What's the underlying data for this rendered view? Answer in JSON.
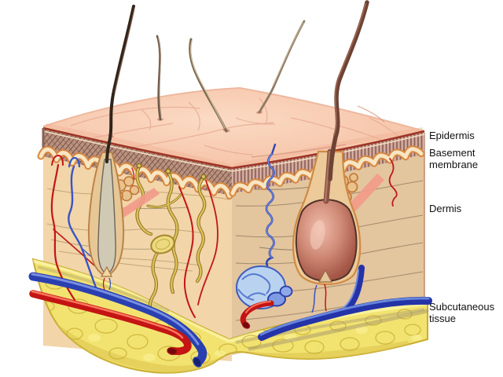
{
  "figure": {
    "title": "Skin cross-section anatomical illustration",
    "labels": {
      "epidermis": "Epidermis",
      "basement_membrane": "Basement\nmembrane",
      "dermis": "Dermis",
      "subcutaneous": "Subcutaneous\ntissue"
    },
    "colors": {
      "background": "#ffffff",
      "skin_surface": "#f7c7ab",
      "epidermis_band": "#c59c89",
      "basement_membrane_cream": "#f8e5c2",
      "basement_membrane_orange": "#d8873f",
      "dermis_left": "#f2d5a9",
      "dermis_right": "#e3c59e",
      "subcutaneous_fat": "#f2e370",
      "artery": "#c41414",
      "vein": "#2a3fb0",
      "nerve": "#d6b945",
      "arrector_pili": "#f29a8a",
      "hair_follicle_bulb": "#a85a4a",
      "label_text": "#111111"
    }
  }
}
